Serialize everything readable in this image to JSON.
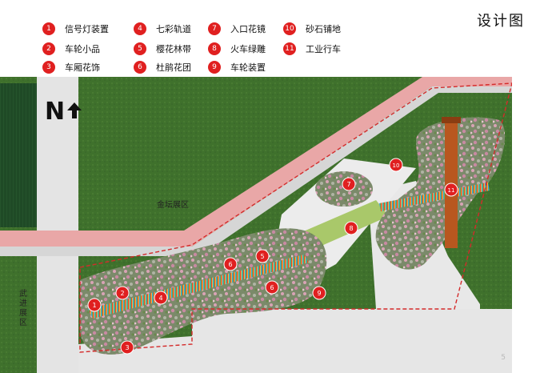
{
  "page_title": "设计图",
  "page_number": "5",
  "north_label": "N",
  "area_labels": {
    "jintan": "金坛展区",
    "wujin": "武进展区"
  },
  "legend": [
    {
      "num": "1",
      "label": "信号灯装置"
    },
    {
      "num": "2",
      "label": "车轮小品"
    },
    {
      "num": "3",
      "label": "车厢花饰"
    },
    {
      "num": "4",
      "label": "七彩轨道"
    },
    {
      "num": "5",
      "label": "樱花林带"
    },
    {
      "num": "6",
      "label": "杜鹃花团"
    },
    {
      "num": "7",
      "label": "入口花镜"
    },
    {
      "num": "8",
      "label": "火车绿雕"
    },
    {
      "num": "9",
      "label": "车轮装置"
    },
    {
      "num": "10",
      "label": "砂石铺地"
    },
    {
      "num": "11",
      "label": "工业行车"
    }
  ],
  "markers": [
    "1",
    "2",
    "3",
    "4",
    "5",
    "6",
    "6",
    "7",
    "8",
    "9",
    "10",
    "11"
  ],
  "colors": {
    "marker_red": "#e02020",
    "lawn_green": "#3d6f2b",
    "road_pink": "#e9a7a7",
    "paving_gray": "#e4e4e4",
    "pavilion_rust": "#b8571f",
    "boundary_red": "#d42a2a"
  }
}
